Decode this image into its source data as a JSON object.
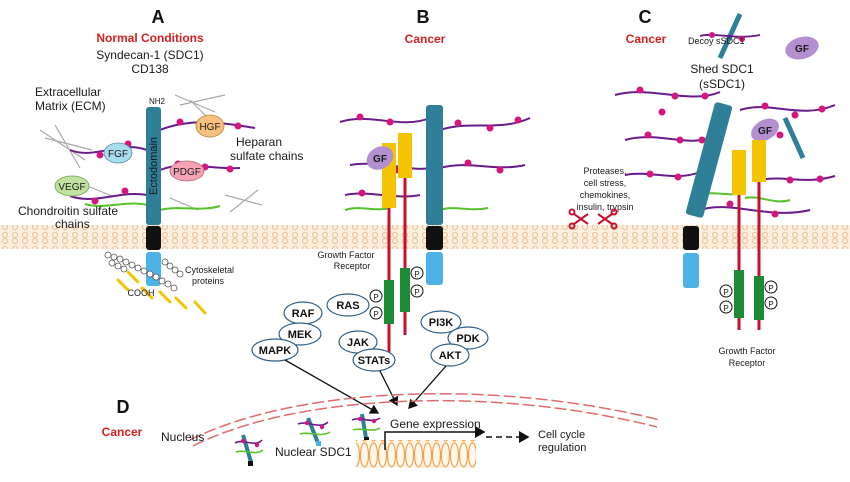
{
  "panels": {
    "a": {
      "letter": "A",
      "condition": "Normal Conditions",
      "title_line1": "Syndecan-1 (SDC1)",
      "title_line2": "CD138"
    },
    "b": {
      "letter": "B",
      "condition": "Cancer"
    },
    "c": {
      "letter": "C",
      "condition": "Cancer"
    },
    "d": {
      "letter": "D",
      "condition": "Cancer"
    }
  },
  "labels": {
    "ecm_line1": "Extracellular",
    "ecm_line2": "Matrix (ECM)",
    "nh2": "NH2",
    "ectodomain": "Ectodomain",
    "heparan_line1": "Heparan",
    "heparan_line2": "sulfate chains",
    "chondroitin_line1": "Chondroitin sulfate",
    "chondroitin_line2": "chains",
    "cooh": "COOH",
    "cytoskeletal_line1": "Cytoskeletal",
    "cytoskeletal_line2": "proteins",
    "gfr_b_line1": "Growth Factor",
    "gfr_b_line2": "Receptor",
    "gfr_c_line1": "Growth Factor",
    "gfr_c_line2": "Receptor",
    "decoy": "Decoy sSDC1",
    "shed_line1": "Shed SDC1",
    "shed_line2": "(sSDC1)",
    "proteases_line1": "Proteases,",
    "proteases_line2": "cell stress,",
    "proteases_line3": "chemokines,",
    "proteases_line4": "insulin, trypsin",
    "nucleus": "Nucleus",
    "nuclear_sdc1": "Nuclear SDC1",
    "gene_expression": "Gene expression",
    "cell_cycle_line1": "Cell cycle",
    "cell_cycle_line2": "regulation",
    "phospho": "P"
  },
  "growth_factors": {
    "fgf": "FGF",
    "hgf": "HGF",
    "pdgf": "PDGF",
    "vegf": "VEGF",
    "gf": "GF"
  },
  "signaling": {
    "raf": "RAF",
    "ras": "RAS",
    "mek": "MEK",
    "mapk": "MAPK",
    "jak": "JAK",
    "stats": "STATs",
    "pi3k": "PI3K",
    "pdk": "PDK",
    "akt": "AKT"
  },
  "colors": {
    "sdc1_teal": "#2f7f98",
    "sdc1_light": "#4db3e6",
    "heparan_chain": "#6a1b8a",
    "heparan_dot": "#d4167f",
    "chondroitin_chain": "#57c22b",
    "receptor_yellow": "#f5c400",
    "receptor_red": "#c8102e",
    "receptor_green": "#1f8a36",
    "membrane": "#f3d8b6",
    "cancer_red": "#d62020",
    "gf_purple": "#b48fd0",
    "fgf_blue": "#a8dcef",
    "hgf_orange": "#f9c07d",
    "pdgf_pink": "#f3a3b4",
    "vegf_green": "#bfe3a0"
  }
}
